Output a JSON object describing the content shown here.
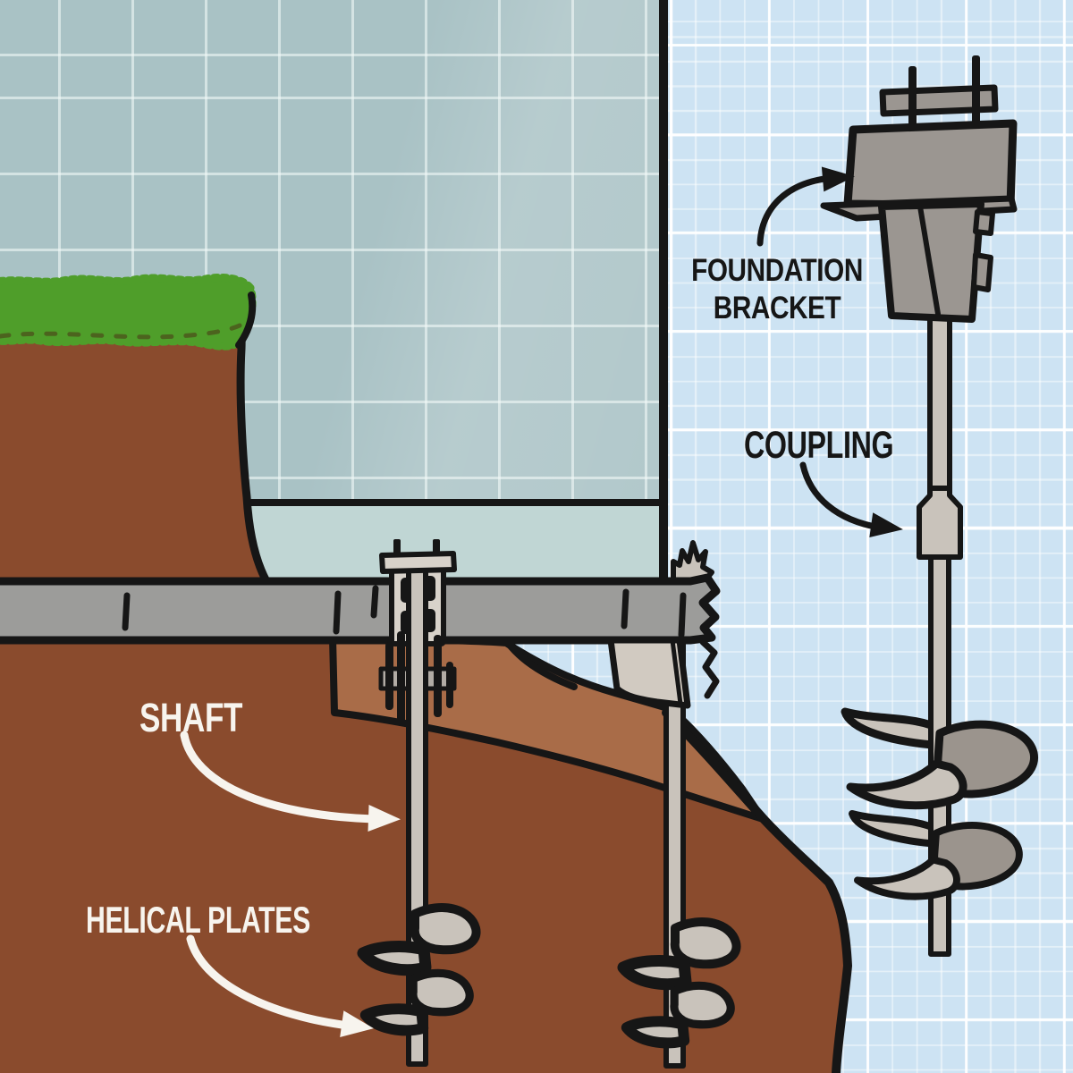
{
  "labels": {
    "foundation_bracket": "FOUNDATION BRACKET",
    "coupling": "COUPLING",
    "shaft": "SHAFT",
    "helical_plates": "HELICAL PLATES"
  },
  "palette": {
    "blueprint": "#cde3f3",
    "tile": "#a9c2c5",
    "strip": "#c0d6d4",
    "outline": "#161616",
    "soil": "#8a4b2d",
    "soil_light": "#a96c48",
    "grass": "#4f9e2a",
    "steel": "#9c9c9a",
    "steel_dark": "#9b9691",
    "shaft": "#c9c3bb",
    "plate": "#d8d2ca",
    "blade": "#9b948d",
    "tan": "#d1cac1",
    "ink": "#161616",
    "ink_light": "#f7f4ee"
  }
}
